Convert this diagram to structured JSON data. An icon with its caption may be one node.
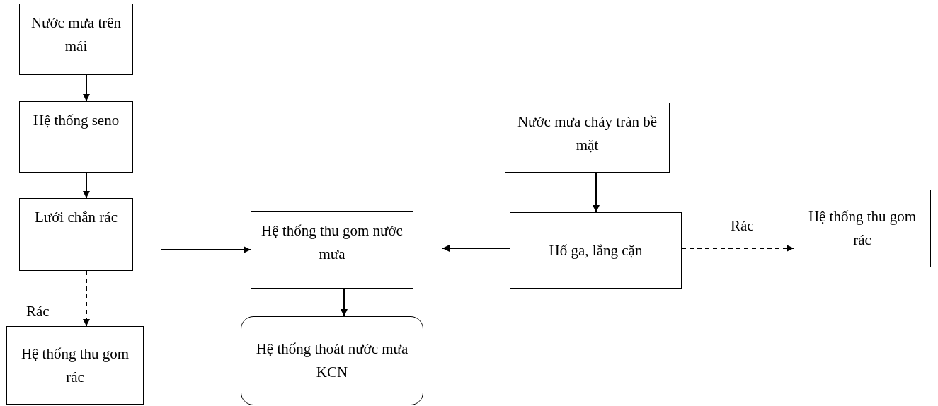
{
  "diagram": {
    "nodes": [
      {
        "text": [
          "Nước mưa trên mái"
        ]
      },
      {
        "text": [
          "Hệ thống seno"
        ]
      },
      {
        "text": [
          "Lưới chắn rác"
        ]
      },
      {
        "text": [
          "Hệ thống thu gom rác"
        ]
      },
      {
        "text": [
          "Hệ thống thu gom nước mưa"
        ]
      },
      {
        "text": [
          "Hệ thống thoát nước mưa KCN"
        ]
      },
      {
        "text": [
          "Nước mưa chảy tràn bề mặt"
        ]
      },
      {
        "text": [
          "Hố ga, lắng cặn"
        ]
      },
      {
        "text": [
          "Hệ thống thu gom rác"
        ]
      }
    ],
    "edges": [
      {
        "from": 0,
        "to": 1,
        "arrow": "to"
      },
      {
        "from": 1,
        "to": 2,
        "arrow": "to"
      },
      {
        "from": 2,
        "to": 4,
        "arrow": "to"
      },
      {
        "from": 2,
        "to": 3,
        "arrow": "to",
        "label": "Rác",
        "style": "dashed"
      },
      {
        "from": 4,
        "to": 5,
        "arrow": "to"
      },
      {
        "from": 6,
        "to": 7,
        "arrow": "to"
      },
      {
        "from": 7,
        "to": 4,
        "arrow": "to"
      },
      {
        "from": 7,
        "to": 8,
        "arrow": "to",
        "label": "Rác",
        "style": "dashed"
      }
    ]
  }
}
